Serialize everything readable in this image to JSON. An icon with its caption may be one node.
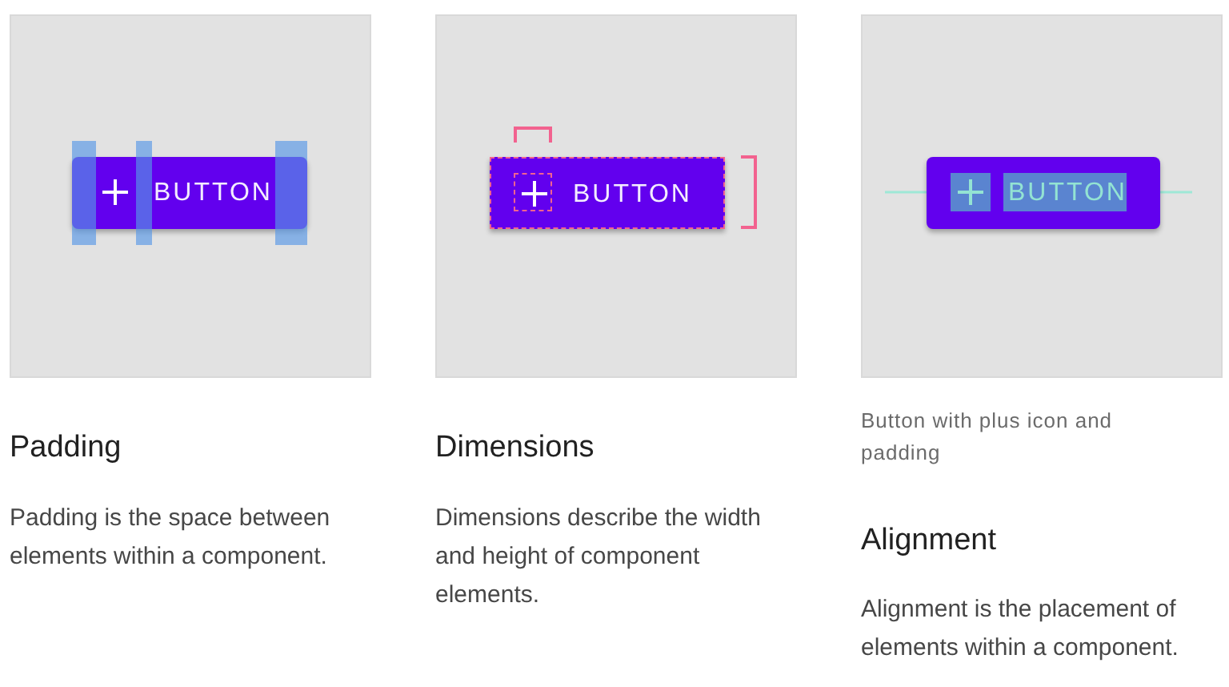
{
  "diagram": {
    "nodes": [
      {
        "text": [],
        "shape": "box"
      },
      {
        "text": [
          "BUTTON"
        ],
        "in": 0
      },
      {
        "text": [],
        "shape": "box"
      },
      {
        "text": [
          "BUTTON"
        ],
        "in": 2
      },
      {
        "text": [],
        "shape": "box"
      },
      {
        "text": [
          "BUTTON"
        ],
        "in": 4
      }
    ],
    "labels": [
      "Padding",
      "Padding is the space between elements within a component.",
      "Dimensions",
      "Dimensions describe the width and height of component elements.",
      "Button with plus icon and padding",
      "Alignment",
      "Alignment is the placement of elements within a component."
    ]
  }
}
